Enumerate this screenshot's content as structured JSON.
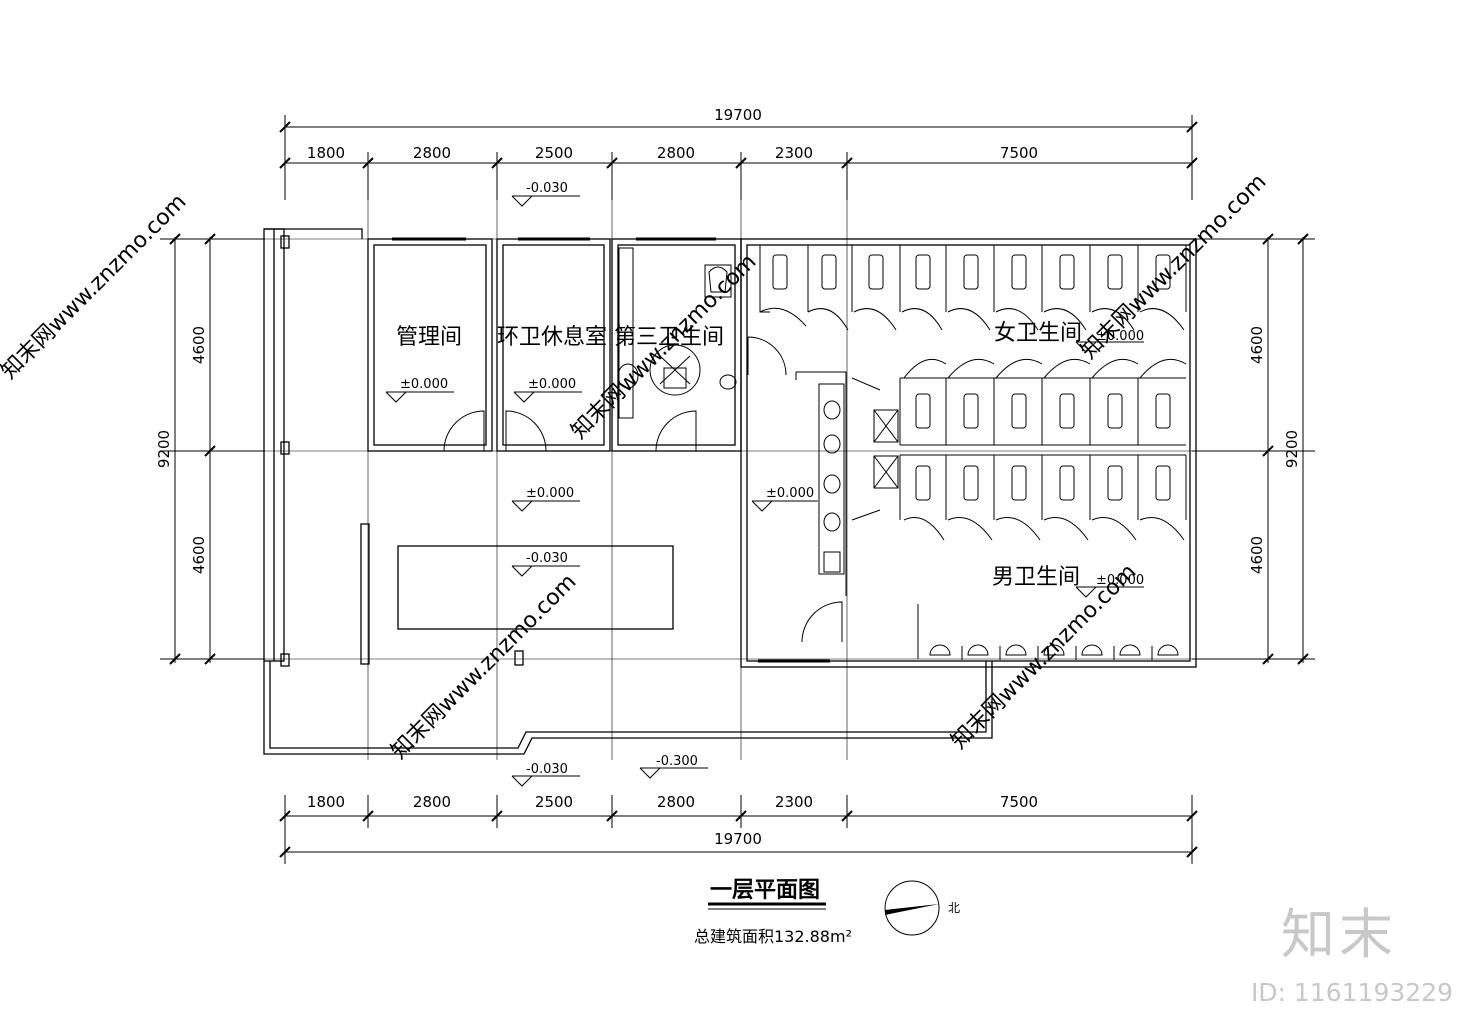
{
  "dimensions": {
    "top_total": "19700",
    "top_segments": [
      "1800",
      "2800",
      "2500",
      "2800",
      "2300",
      "7500"
    ],
    "bottom_segments": [
      "1800",
      "2800",
      "2500",
      "2800",
      "2300",
      "7500"
    ],
    "bottom_total": "19700",
    "left_total": "9200",
    "left_segments": [
      "4600",
      "4600"
    ],
    "right_total": "9200",
    "right_segments": [
      "4600",
      "4600"
    ]
  },
  "rooms": {
    "management": "管理间",
    "sanitation_lounge": "环卫休息室",
    "third_restroom": "第三卫生间",
    "womens_restroom": "女卫生间",
    "mens_restroom": "男卫生间"
  },
  "levels": {
    "entry_top": "-0.030",
    "management": "±0.000",
    "lounge": "±0.000",
    "womens": "±0.000",
    "hall": "±0.000",
    "corridor": "±0.000",
    "hall_center": "-0.030",
    "mens": "±0.000",
    "entry_bottom": "-0.030",
    "outdoor": "-0.300"
  },
  "caption": {
    "title": "一层平面图",
    "area": "总建筑面积132.88m²",
    "north_mark": "北"
  },
  "watermark": {
    "site": "知末网www.znzmo.com",
    "brand": "知末",
    "id_label": "ID: 1161193229"
  }
}
